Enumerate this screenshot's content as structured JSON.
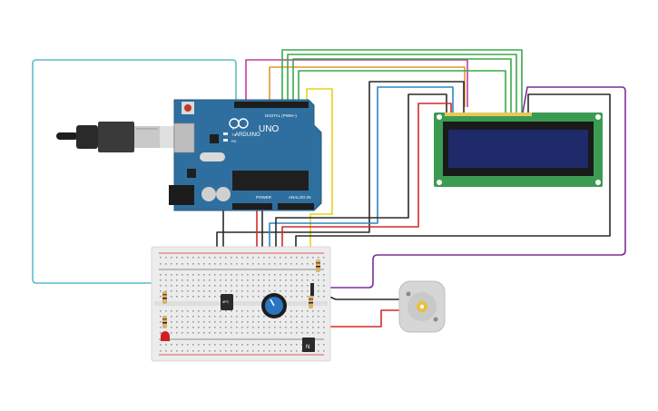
{
  "arduino": {
    "brand": "ARDUINO",
    "model": "UNO",
    "digital_label": "DIGITAL (PWM~)",
    "power_label": "POWER",
    "analog_label": "ANALOG IN",
    "tx_label": "TX",
    "rx_label": "RX",
    "l_label": "L"
  },
  "components": {
    "temp_sensor_label": "dPC",
    "transistor_label": "N"
  },
  "colors": {
    "board": "#2f6f9f",
    "lcd_pcb": "#3c9b53",
    "lcd_screen": "#1f2a6b",
    "breadboard": "#ececec",
    "wire_cyan": "#5bbcc9",
    "wire_magenta": "#c43a9c",
    "wire_green": "#3aa84a",
    "wire_orange": "#e09a2a",
    "wire_black": "#2a2a2a",
    "wire_blue": "#2d86c4",
    "wire_red": "#d42a2a",
    "wire_yellow": "#e8d21a",
    "wire_purple": "#7a2f9a"
  }
}
